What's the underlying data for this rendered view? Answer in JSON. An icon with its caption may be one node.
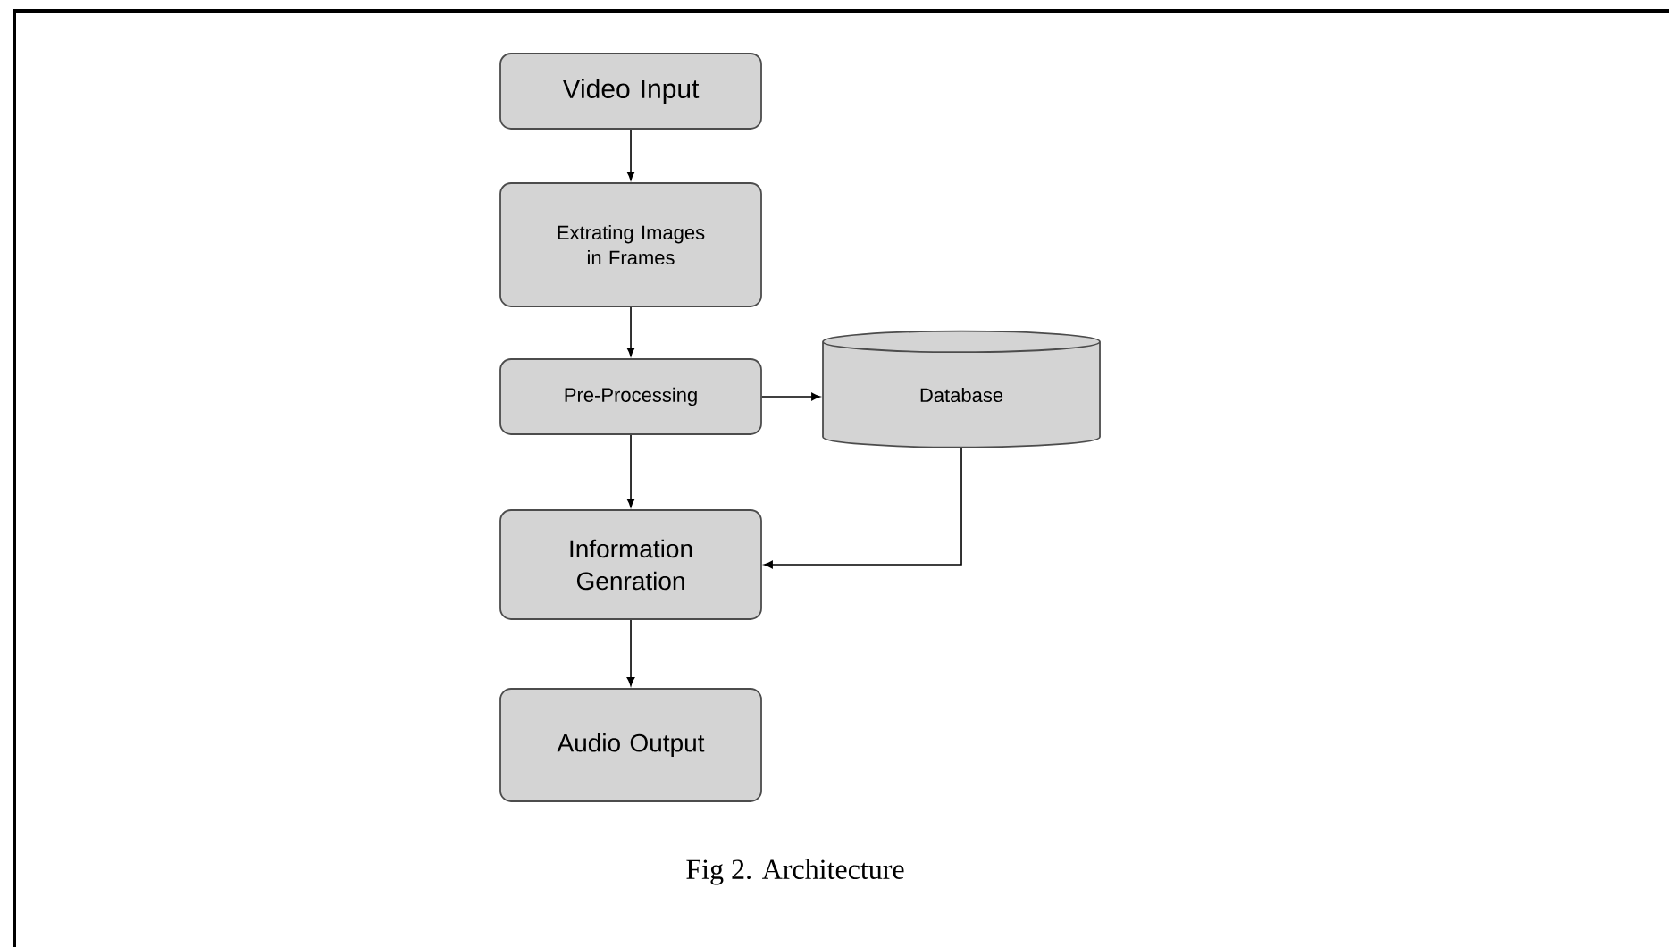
{
  "diagram": {
    "caption": "Fig 2. Architecture",
    "nodes": [
      {
        "text": [
          "Video Input"
        ]
      },
      {
        "text": [
          "Extrating Images in Frames"
        ]
      },
      {
        "text": [
          "Pre-Processing"
        ]
      },
      {
        "text": [
          "Database"
        ]
      },
      {
        "text": [
          "Information Genration"
        ]
      },
      {
        "text": [
          "Audio Output"
        ]
      }
    ],
    "edges": [
      {
        "from": 0,
        "to": 1,
        "arrow": "to"
      },
      {
        "from": 1,
        "to": 2,
        "arrow": "to"
      },
      {
        "from": 2,
        "to": 3,
        "arrow": "to"
      },
      {
        "from": 2,
        "to": 4,
        "arrow": "to"
      },
      {
        "from": 3,
        "to": 4,
        "arrow": "to"
      },
      {
        "from": 4,
        "to": 5,
        "arrow": "to"
      }
    ]
  }
}
